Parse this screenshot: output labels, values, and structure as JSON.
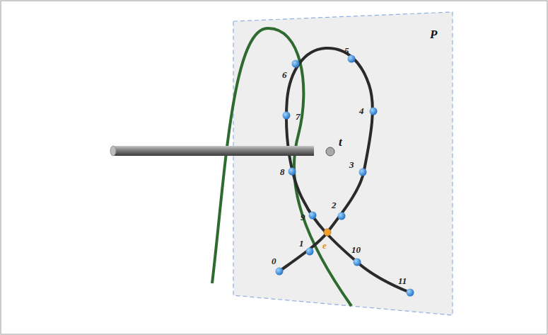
{
  "diagram": {
    "labels": [
      "P",
      "0",
      "1",
      "2",
      "3",
      "4",
      "5",
      "6",
      "7",
      "8",
      "9",
      "10",
      "11",
      "t",
      "e"
    ]
  }
}
